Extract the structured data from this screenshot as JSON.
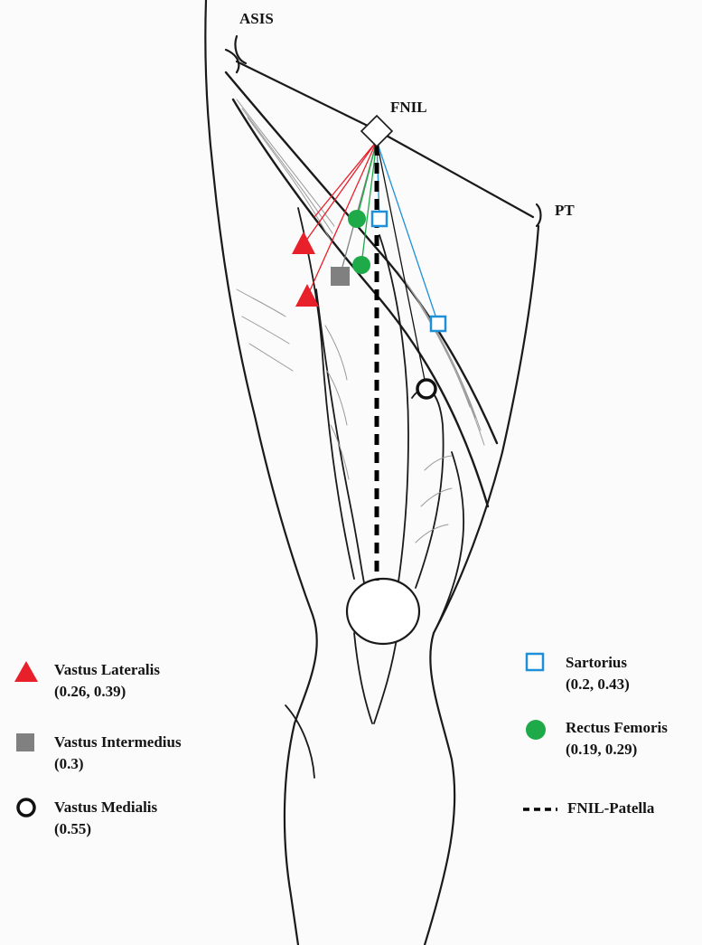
{
  "landmarks": {
    "asis": "ASIS",
    "fnil": "FNIL",
    "pt": "PT"
  },
  "legend": [
    {
      "symbol": "red-triangle",
      "name": "Vastus Lateralis",
      "values": "(0.26, 0.39)"
    },
    {
      "symbol": "gray-square",
      "name": "Vastus Intermedius",
      "values": "(0.3)"
    },
    {
      "symbol": "black-circle",
      "name": "Vastus Medialis",
      "values": "(0.55)"
    },
    {
      "symbol": "blue-square",
      "name": "Sartorius",
      "values": "(0.2, 0.43)"
    },
    {
      "symbol": "green-circle",
      "name": "Rectus Femoris",
      "values": "(0.19, 0.29)"
    },
    {
      "symbol": "dashed-line",
      "name": "FNIL-Patella",
      "values": ""
    }
  ],
  "colors": {
    "vastus_lateralis": "#e8202a",
    "vastus_intermedius": "#808080",
    "vastus_medialis": "#111111",
    "sartorius": "#1e90d8",
    "rectus_femoris": "#1faa4a",
    "outline": "#1a1a1a",
    "shading": "#9a9a9a"
  }
}
